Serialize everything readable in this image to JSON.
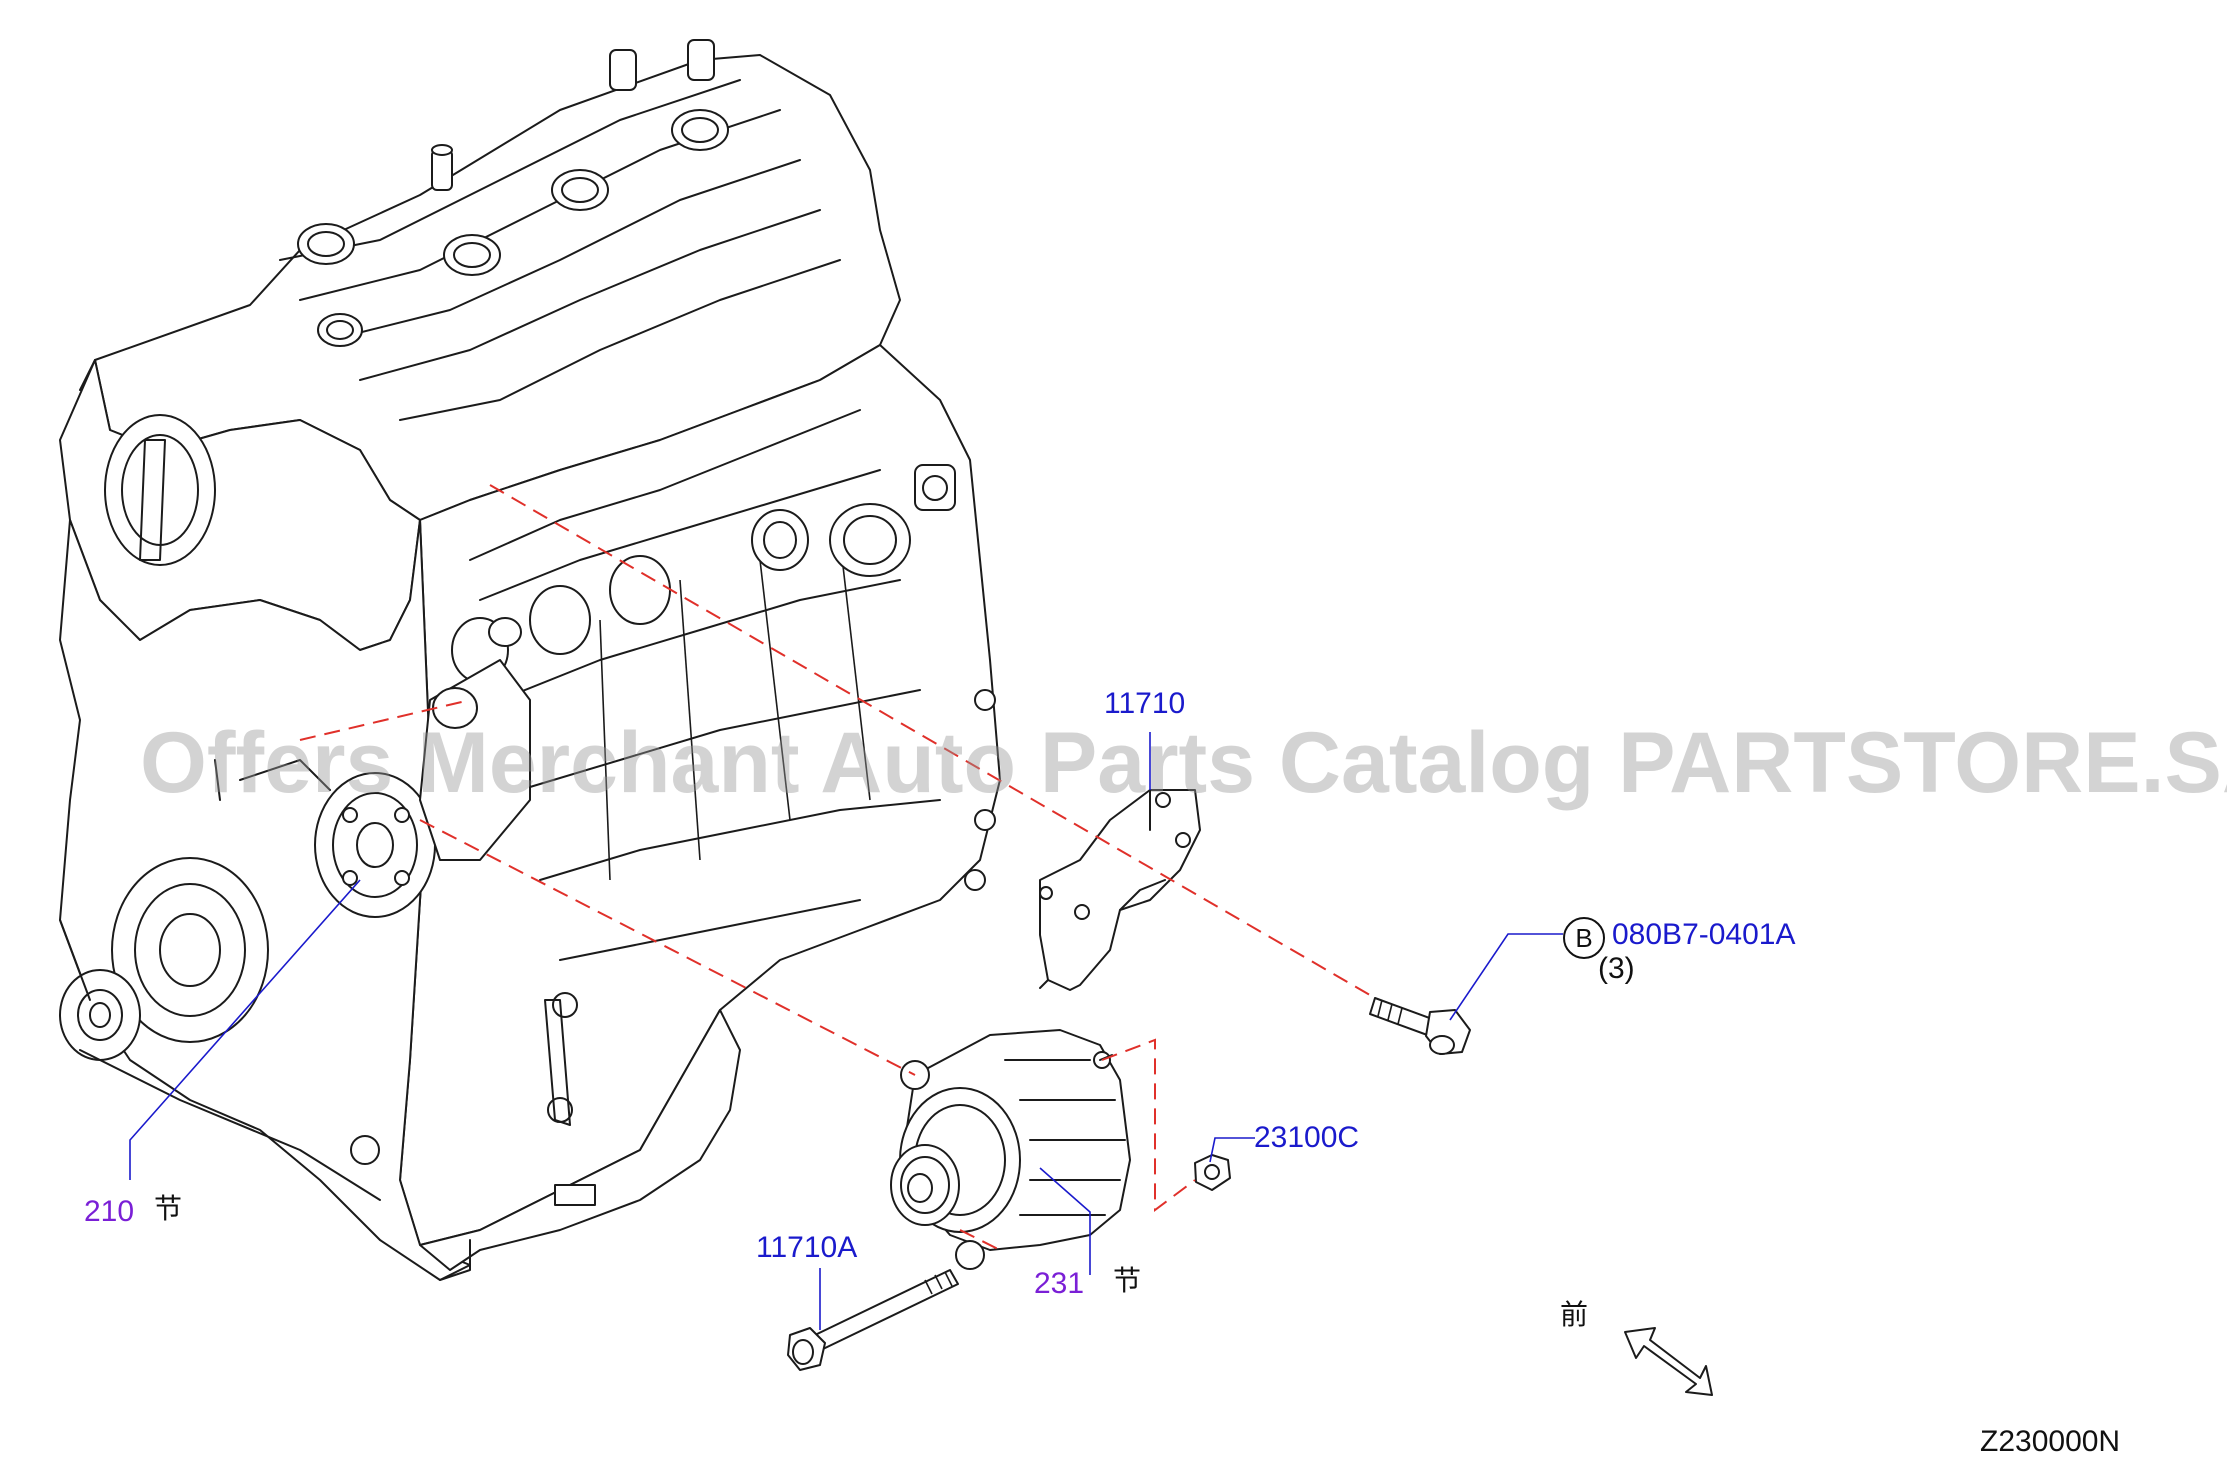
{
  "watermark": "Offers Merchant Auto Parts Catalog PARTSTORE.SA",
  "callouts": {
    "bracket": "11710",
    "bolt_b": "080B7-0401A",
    "bolt_b_marker": "B",
    "bolt_b_qty": "(3)",
    "nut": "23100C",
    "pulley": "210",
    "pulley_note": "节",
    "alternator": "231",
    "alternator_note": "节",
    "long_bolt": "11710A"
  },
  "front_label": "前",
  "diagram_code": "Z230000N",
  "colors": {
    "part_number": "#1a1acc",
    "sub_assembly": "#7a1fd6",
    "dash_line": "#e0302a",
    "drawing": "#1b1b1b"
  }
}
